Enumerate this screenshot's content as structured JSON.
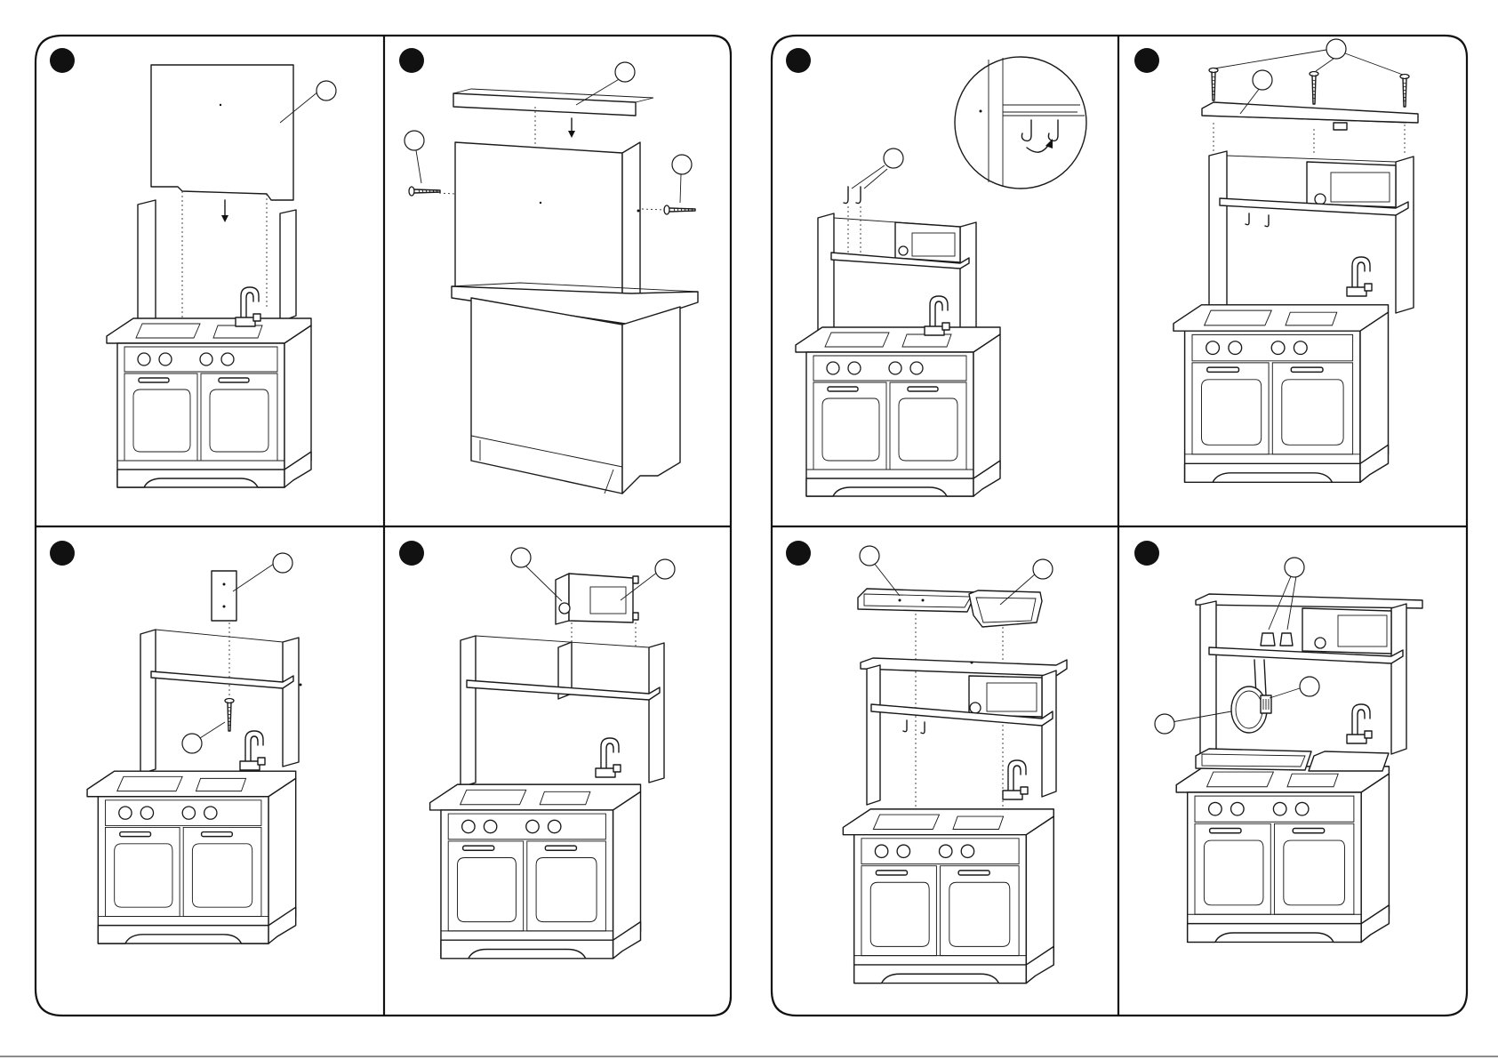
{
  "page": {
    "description_free": true
  },
  "left_sheet": {
    "panels": [
      {
        "id": "step-panel-1",
        "parts": [
          "back-panel",
          "cabinet"
        ]
      },
      {
        "id": "step-panel-2",
        "parts": [
          "top-rail",
          "screw-left",
          "screw-center",
          "screw-right",
          "cabinet-rear"
        ]
      },
      {
        "id": "step-panel-5",
        "parts": [
          "bracket",
          "screw",
          "cabinet-hutch"
        ]
      },
      {
        "id": "step-panel-6",
        "parts": [
          "microwave-divider",
          "microwave-door",
          "cabinet-hutch"
        ]
      }
    ]
  },
  "right_sheet": {
    "panels": [
      {
        "id": "step-panel-3",
        "parts": [
          "hooks",
          "magnifier",
          "cabinet-hutch"
        ]
      },
      {
        "id": "step-panel-4",
        "parts": [
          "top-shelf",
          "screws",
          "cabinet-hutch"
        ]
      },
      {
        "id": "step-panel-7",
        "parts": [
          "stovetop",
          "sink-basin",
          "cabinet-hutch"
        ]
      },
      {
        "id": "step-panel-8",
        "parts": [
          "salt-shakers",
          "frying-pan",
          "spatula",
          "cabinet-complete"
        ]
      }
    ]
  },
  "colors": {
    "line": "#1a1a1a",
    "background": "#ffffff",
    "badge": "#111111"
  },
  "icons": [
    "step-badge-icon",
    "callout-bubble-icon",
    "arrow-down-icon",
    "screw-icon",
    "hook-icon",
    "faucet-icon",
    "knob-icon"
  ]
}
